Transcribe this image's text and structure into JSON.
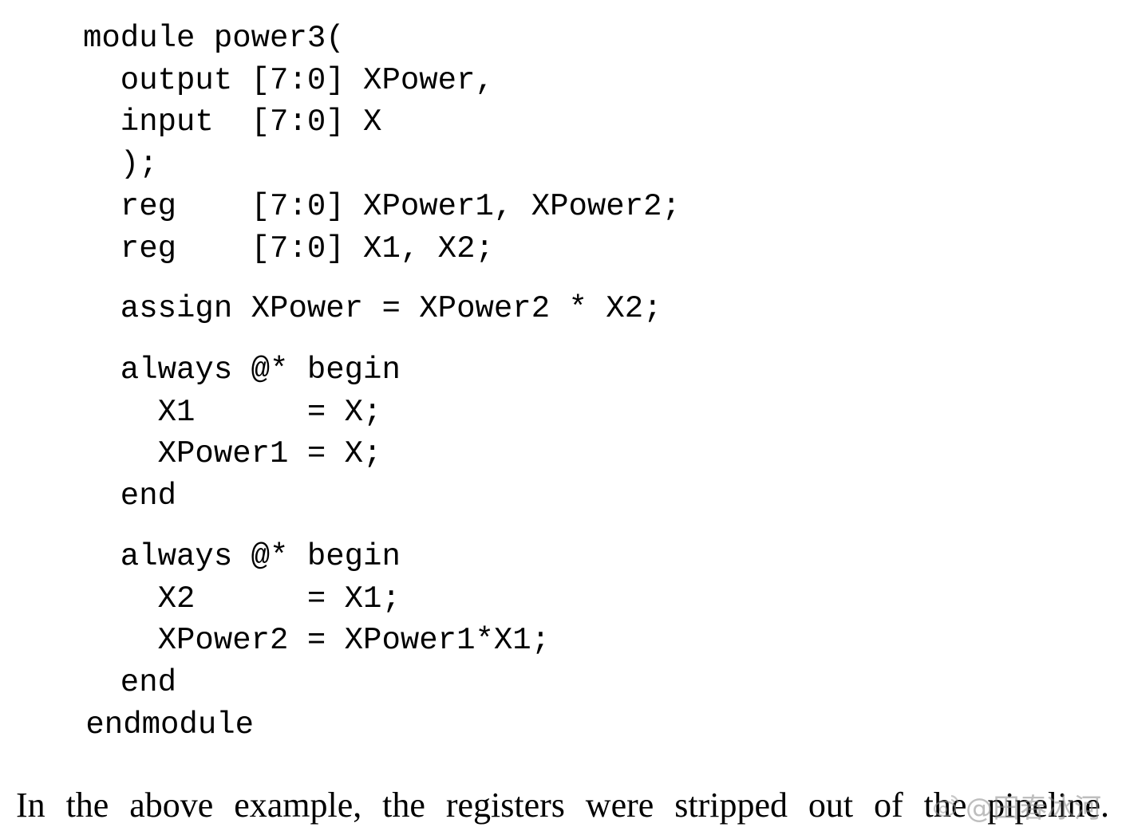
{
  "code": {
    "lines": [
      "module power3(",
      "  output [7:0] XPower,",
      "  input  [7:0] X",
      "  );",
      "  reg    [7:0] XPower1, XPower2;",
      "  reg    [7:0] X1, X2;",
      "  assign XPower = XPower2 * X2;",
      "  always @* begin",
      "    X1      = X;",
      "    XPower1 = X;",
      "  end",
      "  always @* begin",
      "    X2      = X1;",
      "    XPower2 = XPower1*X1;",
      "  end",
      " endmodule"
    ]
  },
  "prose": {
    "text": "In the above example, the registers were stripped out of the pipeline."
  },
  "watermark": {
    "text": "@田春冰河",
    "icon": "weibo-logo-icon"
  }
}
